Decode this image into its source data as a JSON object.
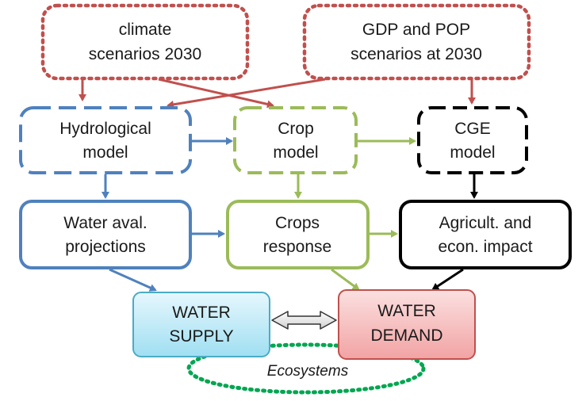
{
  "nodes": {
    "climate": {
      "line1": "climate",
      "line2": "scenarios 2030"
    },
    "gdp_pop": {
      "line1": "GDP and POP",
      "line2": "scenarios at 2030"
    },
    "hydrological": {
      "line1": "Hydrological",
      "line2": "model"
    },
    "crop": {
      "line1": "Crop",
      "line2": "model"
    },
    "cge": {
      "line1": "CGE",
      "line2": "model"
    },
    "water_aval": {
      "line1": "Water aval.",
      "line2": "projections"
    },
    "crops_response": {
      "line1": "Crops",
      "line2": "response"
    },
    "agricult": {
      "line1": "Agricult. and",
      "line2": "econ. impact"
    },
    "water_supply": {
      "line1": "WATER",
      "line2": "SUPPLY"
    },
    "water_demand": {
      "line1": "WATER",
      "line2": "DEMAND"
    },
    "ecosystems": {
      "label": "Ecosystems"
    }
  },
  "colors": {
    "scenario_red": "#c0504d",
    "hydro_blue": "#4f81bd",
    "crop_green": "#9bbb59",
    "cge_black": "#000000",
    "supply_fill": "#bfe9f7",
    "supply_stroke": "#4aacc6",
    "demand_fill": "#f4b8b8",
    "demand_stroke": "#c0504d",
    "eco_green": "#00a651"
  }
}
